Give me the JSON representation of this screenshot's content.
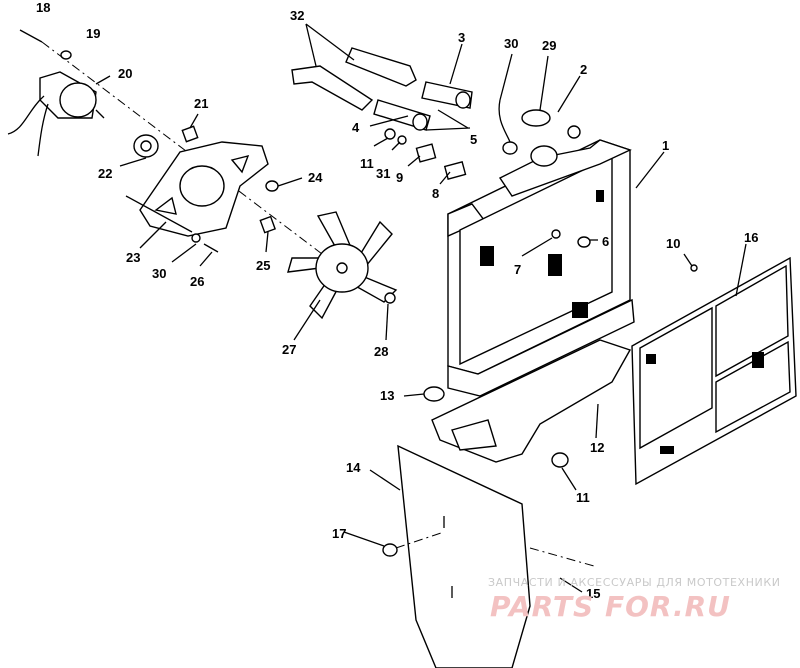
{
  "diagram": {
    "callouts": [
      {
        "id": "c18",
        "text": "18"
      },
      {
        "id": "c19",
        "text": "19"
      },
      {
        "id": "c20",
        "text": "20"
      },
      {
        "id": "c21",
        "text": "21"
      },
      {
        "id": "c22",
        "text": "22"
      },
      {
        "id": "c23",
        "text": "23"
      },
      {
        "id": "c24",
        "text": "24"
      },
      {
        "id": "c25",
        "text": "25"
      },
      {
        "id": "c26",
        "text": "26"
      },
      {
        "id": "c27",
        "text": "27"
      },
      {
        "id": "c28",
        "text": "28"
      },
      {
        "id": "c30a",
        "text": "30"
      },
      {
        "id": "c32",
        "text": "32"
      },
      {
        "id": "c3",
        "text": "3"
      },
      {
        "id": "c30b",
        "text": "30"
      },
      {
        "id": "c29",
        "text": "29"
      },
      {
        "id": "c2",
        "text": "2"
      },
      {
        "id": "c1",
        "text": "1"
      },
      {
        "id": "c4",
        "text": "4"
      },
      {
        "id": "c5",
        "text": "5"
      },
      {
        "id": "c11a",
        "text": "11"
      },
      {
        "id": "c31",
        "text": "31"
      },
      {
        "id": "c9",
        "text": "9"
      },
      {
        "id": "c8",
        "text": "8"
      },
      {
        "id": "c6",
        "text": "6"
      },
      {
        "id": "c7",
        "text": "7"
      },
      {
        "id": "c10",
        "text": "10"
      },
      {
        "id": "c16",
        "text": "16"
      },
      {
        "id": "c13",
        "text": "13"
      },
      {
        "id": "c12",
        "text": "12"
      },
      {
        "id": "c11b",
        "text": "11"
      },
      {
        "id": "c14",
        "text": "14"
      },
      {
        "id": "c17",
        "text": "17"
      },
      {
        "id": "c15",
        "text": "15"
      }
    ]
  },
  "watermark": {
    "tagline": "ЗАПЧАСТИ И АКСЕССУАРЫ ДЛЯ МОТОТЕХНИКИ",
    "brand": "PARTS FOR.RU",
    "color": "#e88a8a"
  }
}
